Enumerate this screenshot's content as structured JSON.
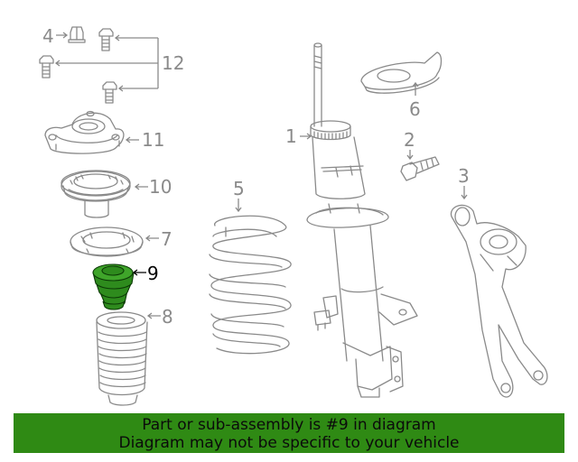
{
  "callouts": {
    "c1": "1",
    "c2": "2",
    "c3": "3",
    "c4": "4",
    "c5": "5",
    "c6": "6",
    "c7": "7",
    "c8": "8",
    "c9": "9",
    "c10": "10",
    "c11": "11",
    "c12": "12"
  },
  "highlighted_part": "9",
  "colors": {
    "highlight": "#2e8b1d",
    "banner": "#2f8a14",
    "line": "#8a8a8a"
  },
  "banner": {
    "line1": "Part or sub-assembly is #9 in diagram",
    "line2": "Diagram may not be specific to your vehicle"
  }
}
